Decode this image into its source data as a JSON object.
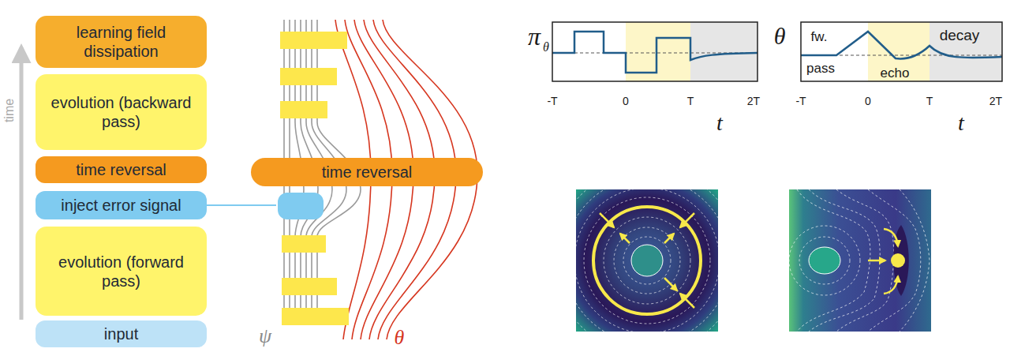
{
  "diagram": {
    "nodes": [
      {
        "text": [
          "learning field dissipation"
        ]
      },
      {
        "text": [
          "evolution (backward pass)"
        ]
      },
      {
        "text": [
          "time reversal"
        ]
      },
      {
        "text": [
          "inject error signal"
        ]
      },
      {
        "text": [
          "evolution (forward pass)"
        ]
      },
      {
        "text": [
          "input"
        ]
      },
      {
        "text": [
          "time reversal"
        ]
      }
    ],
    "labels": [
      "time",
      "ψ",
      "θ",
      "π",
      "θ",
      "-T",
      "0",
      "T",
      "2T",
      "t",
      "θ",
      "fw.",
      "pass",
      "echo",
      "decay",
      "-T",
      "0",
      "T",
      "2T",
      "t"
    ]
  }
}
